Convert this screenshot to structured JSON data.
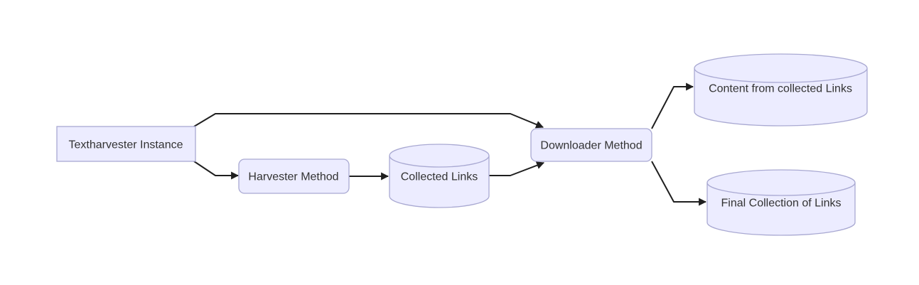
{
  "diagram": {
    "type": "flowchart",
    "direction": "left-to-right",
    "background": "#ffffff",
    "theme": {
      "node_fill": "#ececff",
      "node_border": "#a9a9d2",
      "label_color": "#333333",
      "edge_color": "#1f1f1f"
    },
    "nodes": [
      {
        "id": "textharvester-instance",
        "label": "Textharvester Instance",
        "shape": "rectangle"
      },
      {
        "id": "harvester-method",
        "label": "Harvester Method",
        "shape": "rounded-rectangle"
      },
      {
        "id": "collected-links",
        "label": "Collected Links",
        "shape": "cylinder"
      },
      {
        "id": "downloader-method",
        "label": "Downloader Method",
        "shape": "rounded-rectangle"
      },
      {
        "id": "content-from-collected-links",
        "label": "Content from collected Links",
        "shape": "cylinder"
      },
      {
        "id": "final-collection-of-links",
        "label": "Final Collection of Links",
        "shape": "cylinder"
      }
    ],
    "edges": [
      {
        "from": "textharvester-instance",
        "to": "downloader-method"
      },
      {
        "from": "textharvester-instance",
        "to": "harvester-method"
      },
      {
        "from": "harvester-method",
        "to": "collected-links"
      },
      {
        "from": "collected-links",
        "to": "downloader-method"
      },
      {
        "from": "downloader-method",
        "to": "content-from-collected-links"
      },
      {
        "from": "downloader-method",
        "to": "final-collection-of-links"
      }
    ]
  }
}
